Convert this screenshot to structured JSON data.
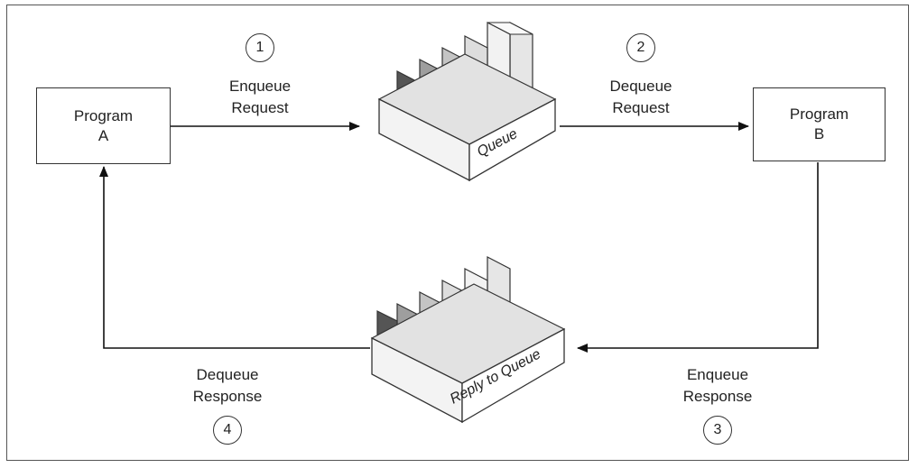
{
  "program_a": {
    "line1": "Program",
    "line2": "A"
  },
  "program_b": {
    "line1": "Program",
    "line2": "B"
  },
  "queue": {
    "label": "Queue"
  },
  "reply_queue": {
    "label": "Reply to Queue"
  },
  "steps": [
    {
      "number": "1",
      "line1": "Enqueue",
      "line2": "Request"
    },
    {
      "number": "2",
      "line1": "Dequeue",
      "line2": "Request"
    },
    {
      "number": "3",
      "line1": "Enqueue",
      "line2": "Response"
    },
    {
      "number": "4",
      "line1": "Dequeue",
      "line2": "Response"
    }
  ]
}
